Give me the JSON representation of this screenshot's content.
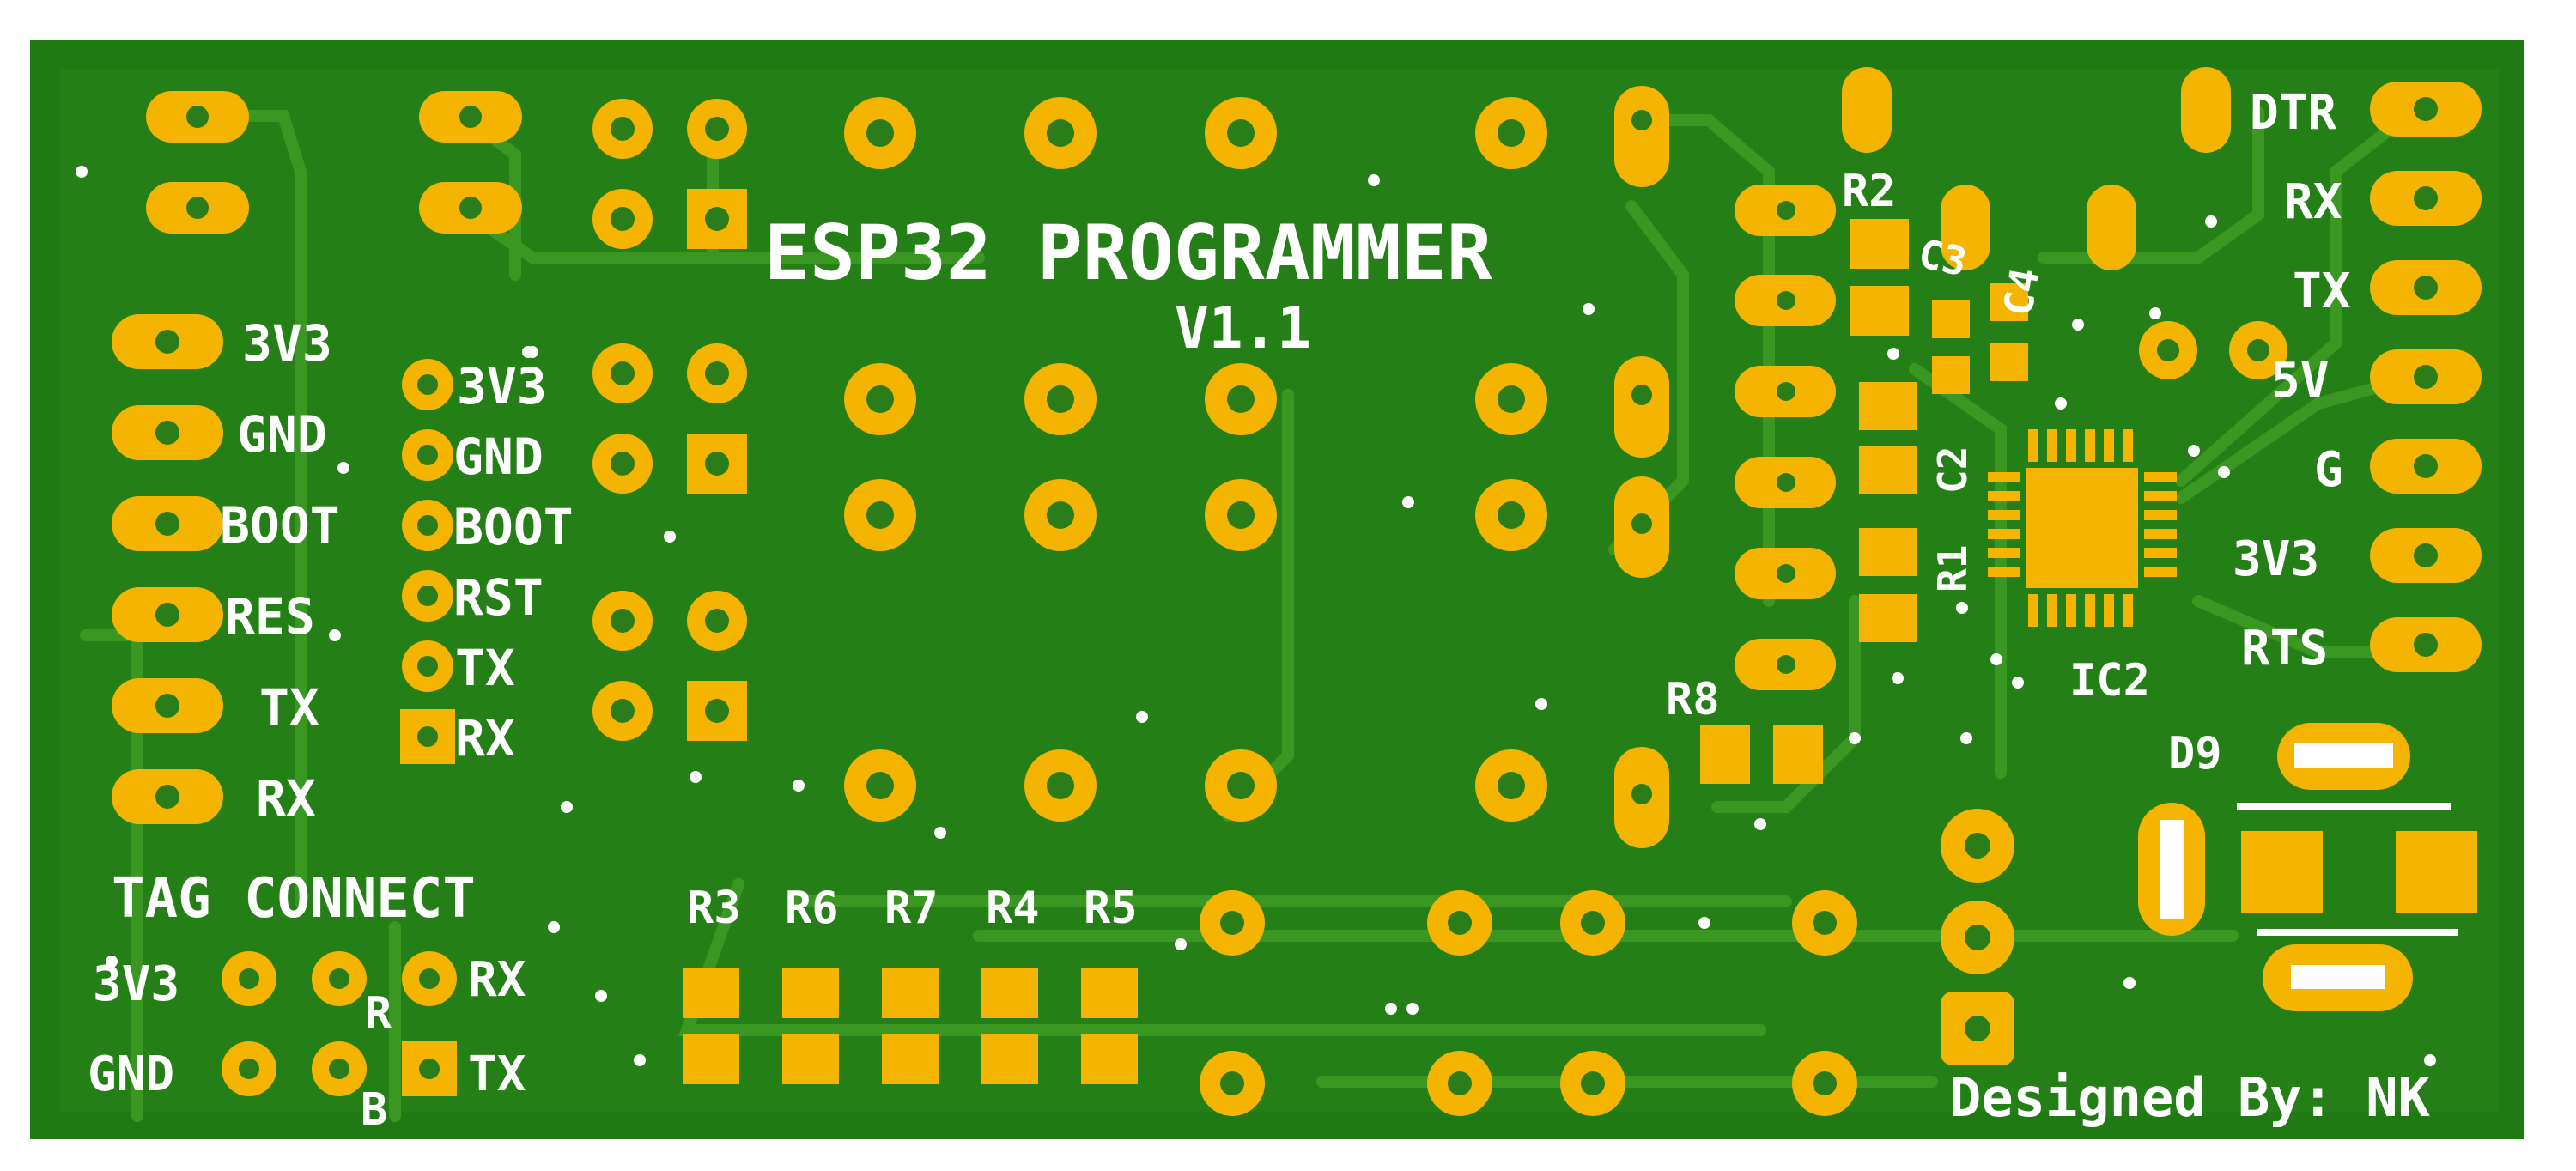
{
  "board": {
    "title": "ESP32 PROGRAMMER",
    "version": "V1.1",
    "credit": "Designed By: NK",
    "colors": {
      "pcb": "#1f7a14",
      "copper": "#3c8f22",
      "pad": "#f4b400",
      "silk": "#ffffff"
    }
  },
  "left_header": [
    "3V3",
    "GND",
    "BOOT",
    "RES",
    "TX",
    "RX"
  ],
  "mid_header": [
    "3V3",
    "GND",
    "BOOT",
    "RST",
    "TX",
    "RX"
  ],
  "right_header": [
    "DTR",
    "RX",
    "TX",
    "5V",
    "G",
    "3V3",
    "RTS"
  ],
  "tag_connect": {
    "title": "TAG CONNECT",
    "left": [
      "3V3",
      "GND"
    ],
    "inner": [
      "R",
      "B"
    ],
    "right": [
      "RX",
      "TX"
    ]
  },
  "resistors_row": [
    "R3",
    "R6",
    "R7",
    "R4",
    "R5"
  ],
  "parts": {
    "r2": "R2",
    "c3": "C3",
    "c4": "C4",
    "c2": "C2",
    "r1": "R1",
    "ic2": "IC2",
    "r8": "R8",
    "d9": "D9"
  }
}
